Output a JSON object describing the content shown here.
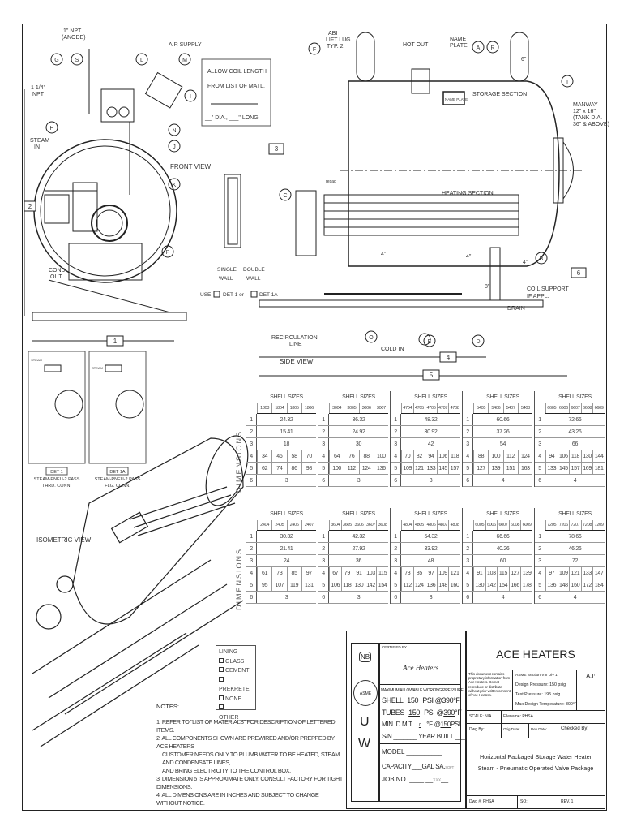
{
  "views": {
    "front_view": "FRONT VIEW",
    "side_view": "SIDE VIEW",
    "isometric_view": "ISOMETRIC VIEW"
  },
  "front_labels": {
    "anode": "1\" NPT",
    "anode2": "(ANODE)",
    "air_supply": "AIR SUPPLY",
    "npt": "1 1/4\"",
    "npt2": "NPT",
    "steam_in": "STEAM",
    "steam_in2": "IN",
    "cond_out": "COND.",
    "cond_out2": "OUT",
    "callouts": [
      "G",
      "S",
      "L",
      "M",
      "I",
      "N",
      "J",
      "K",
      "H",
      "P",
      "C"
    ],
    "dim_1": "1",
    "dim_2": "2",
    "dim_3": "3"
  },
  "coil_note": {
    "line1": "ALLOW COIL LENGTH",
    "line2": "FROM LIST OF MATL.",
    "line3": "__\" DIA., ___\" LONG"
  },
  "wall": {
    "single": "SINGLE",
    "single2": "WALL",
    "double": "DOUBLE",
    "double2": "WALL",
    "use": "USE",
    "det1": "DET 1 or",
    "det1a": "DET 1A",
    "repad": "repad"
  },
  "side_labels": {
    "lift_lug": "ABI",
    "lift_lug2": "LIFT LUG",
    "lift_lug3": "TYP. 2",
    "hot_out": "HOT OUT",
    "name_plate": "NAME",
    "name_plate2": "PLATE",
    "plate_tag": "NAME PLATE",
    "storage": "STORAGE SECTION",
    "heating": "HEATING SECTION",
    "manway": "MANWAY",
    "manway2": "12\" x 16\"",
    "manway3": "(TANK DIA.",
    "manway4": "36\" & ABOVE)",
    "coil_support": "COIL SUPPORT",
    "coil_support2": "IF APPL.",
    "drain": "DRAIN",
    "cold_in": "COLD IN",
    "recirc": "RECIRCULATION",
    "recirc2": "LINE",
    "dim_6in": "6\"",
    "dim_4in": "4\"",
    "dim_8in": "8\"",
    "callouts": [
      "F",
      "E",
      "A",
      "R",
      "T",
      "B",
      "D",
      "O",
      "E"
    ],
    "dim_4": "4",
    "dim_5": "5",
    "dim_6": "6"
  },
  "details": [
    {
      "tag": "DET 1",
      "caption1": "STEAM-PNEU-2 PASS",
      "caption2": "THRD. CONN.",
      "steam": "STEAM"
    },
    {
      "tag": "DET 1A",
      "caption1": "STEAM-PNEU-2 PASS",
      "caption2": "FLG. CONN.",
      "steam": "STEAM"
    }
  ],
  "tables": {
    "dimensions_label": "DIMENSIONS",
    "shell_sizes_label": "SHELL SIZES",
    "top": [
      {
        "sizes": [
          "1803",
          "1804",
          "1805",
          "1806"
        ],
        "r1": "24.32",
        "r2": "15.41",
        "r3": "18",
        "r4": [
          "34",
          "46",
          "58",
          "70"
        ],
        "r5": [
          "62",
          "74",
          "86",
          "98"
        ],
        "r6": "3"
      },
      {
        "sizes": [
          "3004",
          "3005",
          "3006",
          "3007"
        ],
        "r1": "36.32",
        "r2": "24.92",
        "r3": "30",
        "r4": [
          "64",
          "76",
          "88",
          "100"
        ],
        "r5": [
          "100",
          "112",
          "124",
          "136"
        ],
        "r6": "3"
      },
      {
        "sizes": [
          "4704",
          "4705",
          "4706",
          "4707",
          "4708"
        ],
        "r1": "48.32",
        "r2": "30.92",
        "r3": "42",
        "r4": [
          "70",
          "82",
          "94",
          "106",
          "118"
        ],
        "r5": [
          "109",
          "121",
          "133",
          "145",
          "157"
        ],
        "r6": "3"
      },
      {
        "sizes": [
          "5405",
          "5406",
          "5407",
          "5408"
        ],
        "r1": "60.66",
        "r2": "37.26",
        "r3": "54",
        "r4": [
          "88",
          "100",
          "112",
          "124"
        ],
        "r5": [
          "127",
          "139",
          "151",
          "163"
        ],
        "r6": "4"
      },
      {
        "sizes": [
          "6605",
          "6606",
          "6607",
          "6608",
          "6609"
        ],
        "r1": "72.66",
        "r2": "43.26",
        "r3": "66",
        "r4": [
          "94",
          "106",
          "118",
          "130",
          "144"
        ],
        "r5": [
          "133",
          "145",
          "157",
          "169",
          "181"
        ],
        "r6": "4"
      }
    ],
    "bottom": [
      {
        "sizes": [
          "2404",
          "2405",
          "2406",
          "2407"
        ],
        "r1": "30.32",
        "r2": "21.41",
        "r3": "24",
        "r4": [
          "61",
          "73",
          "85",
          "97"
        ],
        "r5": [
          "95",
          "107",
          "119",
          "131"
        ],
        "r6": "3"
      },
      {
        "sizes": [
          "3604",
          "3605",
          "3606",
          "3607",
          "3608"
        ],
        "r1": "42.32",
        "r2": "27.92",
        "r3": "36",
        "r4": [
          "67",
          "79",
          "91",
          "103",
          "115"
        ],
        "r5": [
          "106",
          "118",
          "130",
          "142",
          "154"
        ],
        "r6": "3"
      },
      {
        "sizes": [
          "4804",
          "4805",
          "4806",
          "4807",
          "4808"
        ],
        "r1": "54.32",
        "r2": "33.92",
        "r3": "48",
        "r4": [
          "73",
          "85",
          "97",
          "109",
          "121"
        ],
        "r5": [
          "112",
          "124",
          "136",
          "148",
          "160"
        ],
        "r6": "3"
      },
      {
        "sizes": [
          "6005",
          "6006",
          "6007",
          "6008",
          "6009"
        ],
        "r1": "66.66",
        "r2": "40.26",
        "r3": "60",
        "r4": [
          "91",
          "103",
          "115",
          "127",
          "139"
        ],
        "r5": [
          "130",
          "142",
          "154",
          "166",
          "178"
        ],
        "r6": "4"
      },
      {
        "sizes": [
          "7205",
          "7206",
          "7207",
          "7208",
          "7209"
        ],
        "r1": "78.66",
        "r2": "46.26",
        "r3": "72",
        "r4": [
          "97",
          "109",
          "121",
          "133",
          "147"
        ],
        "r5": [
          "136",
          "148",
          "160",
          "172",
          "184"
        ],
        "r6": "4"
      }
    ]
  },
  "lining": {
    "title": "LINING",
    "options": [
      "GLASS",
      "CEMENT",
      "PREKRETE",
      "NONE",
      "OTHER____"
    ]
  },
  "notes": {
    "title": "NOTES:",
    "items": [
      "1. REFER TO \"LIST OF MATERIALS\" FOR DESCRIPTION OF LETTERED ITEMS.",
      "2. ALL COMPONENTS SHOWN ARE PREWIRED AND/OR PREPPED BY ACE HEATERS",
      "   CUSTOMER NEEDS ONLY TO PLUMB WATER TO BE HEATED, STEAM AND CONDENSATE LINES,",
      "   AND BRING ELECTRICITY TO THE CONTROL BOX.",
      "3. DIMENSION 5 IS APPROXIMATE ONLY. CONSULT FACTORY FOR TIGHT DIMENSIONS.",
      "4. ALL DIMENSIONS ARE IN INCHES AND SUBJECT TO CHANGE WITHOUT NOTICE."
    ]
  },
  "stamp": {
    "nb": "NB",
    "asme": "ASME",
    "u": "U",
    "w": "W",
    "certified_by": "CERTIFIED BY",
    "certifier": "Ace Heaters",
    "mawp_title": "MAXIMUM ALLOWABLE WORKING PRESSURE",
    "shell_label": "SHELL",
    "shell_psi": "150",
    "shell_temp": "390",
    "tubes_label": "TUBES",
    "tubes_psi": "150",
    "tubes_temp": "390",
    "psi_at": "PSI @",
    "deg_f": "°F",
    "mdmt_label": "MIN. D.M.T.",
    "mdmt_value": "0",
    "mdmt_at": "°F @",
    "mdmt_psi": "150",
    "psi": "PSI",
    "sn_label": "S/N",
    "year_built": "YEAR BUILT",
    "model_label": "MODEL",
    "capacity_label": "CAPACITY",
    "gal_sa": "GAL SA.",
    "sa_value": "SQFT",
    "job_label": "JOB NO.",
    "job_value": "XXX"
  },
  "title_block": {
    "company": "ACE HEATERS",
    "proprietary": "This document contains proprietary information from Ace Heaters. Do not reproduce or distribute without prior written consent of Ace Heaters.",
    "asme_section": "ASME Section VIII Div 1:",
    "design_pressure": "Design Pressure: 150 psig",
    "test_pressure": "Test Pressure: 195 psig",
    "max_temp": "Max Design Temperature: 390°F",
    "aj": "AJ:",
    "scale": "SCALE: N/A",
    "filename": "Filename: PHSA",
    "dwg_by": "Dwg By:",
    "orig_date": "Orig Date:",
    "rev_date": "Rev Date:",
    "checked_by": "Checked By:",
    "title1": "Horizontal Packaged Storage Water Heater",
    "title2": "Steam - Pneumatic Operated Valve Package",
    "dwg_no": "Dwg #: PHSA",
    "so": "SO:",
    "rev": "REV. 1"
  }
}
